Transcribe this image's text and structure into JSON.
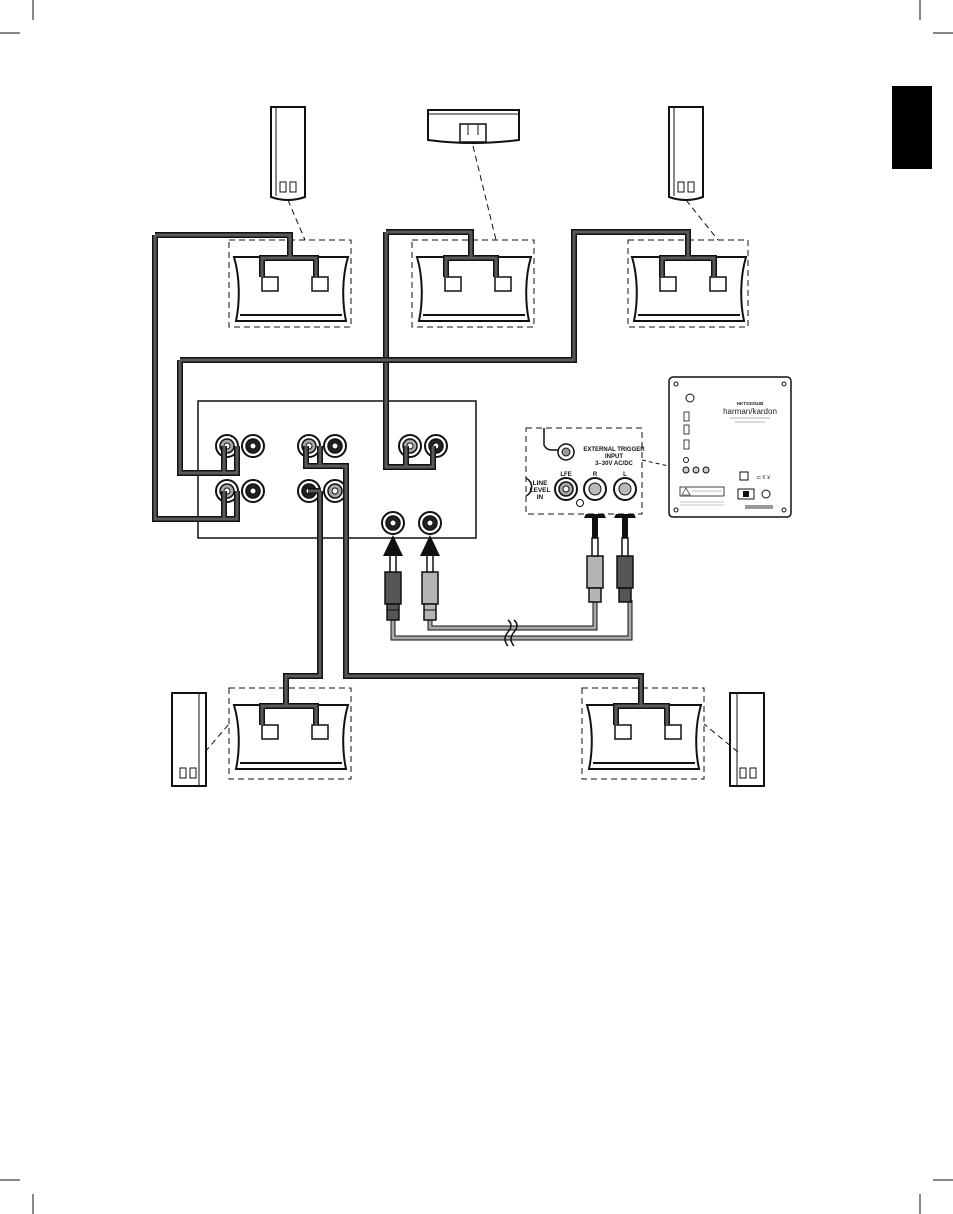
{
  "colors": {
    "ink": "#111111",
    "wire_dark": "#595959",
    "wire_light": "#a9a9a9",
    "plug_dark": "#555555",
    "plug_light": "#b5b5b5",
    "tab": "#000000"
  },
  "trigger_panel": {
    "title_line1": "EXTERNAL TRIGGER",
    "title_line2": "INPUT",
    "title_line3": "3–30V AC/DC",
    "lfe_label": "LFE",
    "r_label": "R",
    "l_label": "L",
    "line_level_line1": "LINE",
    "line_level_line2": "LEVEL",
    "line_level_line3": "IN"
  },
  "sub_panel": {
    "model": "HKTS30SUB",
    "brand": "harman/kardon"
  }
}
